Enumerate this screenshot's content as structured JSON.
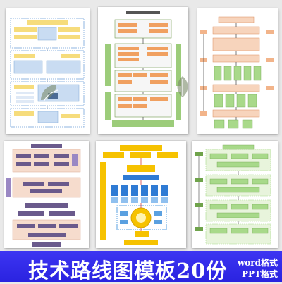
{
  "banner": {
    "title": "技术路线图模板20份",
    "formats": [
      "word格式",
      "PPT格式"
    ],
    "background": "#2f28e8"
  },
  "thumbnails": [
    {
      "name": "roadmap-blue-layered",
      "accent": "#f3d878"
    },
    {
      "name": "roadmap-green-orange",
      "accent": "#9ccc7a"
    },
    {
      "name": "roadmap-orange-green-flow",
      "accent": "#f2b48a"
    },
    {
      "name": "roadmap-purple-pink",
      "accent": "#6a5a8c"
    },
    {
      "name": "roadmap-yellow-blue-circle",
      "accent": "#f6c200"
    },
    {
      "name": "roadmap-green-stacked",
      "accent": "#a8d98a"
    }
  ],
  "watermark_icon": "leaf-logo-icon"
}
